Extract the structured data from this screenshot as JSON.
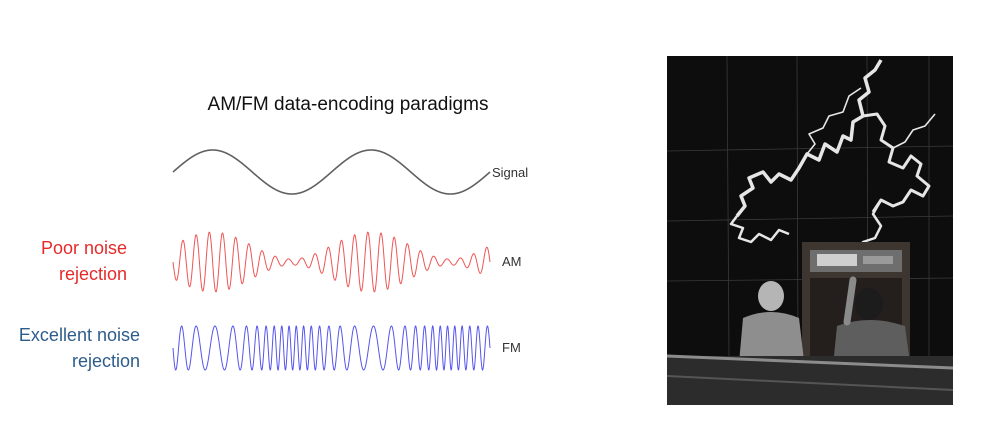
{
  "title": "AM/FM data-encoding paradigms",
  "waves": {
    "signal_label": "Signal",
    "am_label": "AM",
    "fm_label": "FM",
    "signal_color": "#606060",
    "am_color": "#ee5555",
    "fm_color": "#5555ee"
  },
  "notes": {
    "am": {
      "line1": "Poor noise",
      "line2": "rejection",
      "color": "#e52a2a"
    },
    "fm": {
      "line1": "Excellent noise",
      "line2": "rejection",
      "color": "#2e5c8a"
    }
  },
  "photo": {
    "icon": "lightning-arc-photo-icon",
    "colors": {
      "background": "#0d0d0d",
      "arc": "#e6e6e6",
      "floor": "#2c2c2c"
    }
  }
}
